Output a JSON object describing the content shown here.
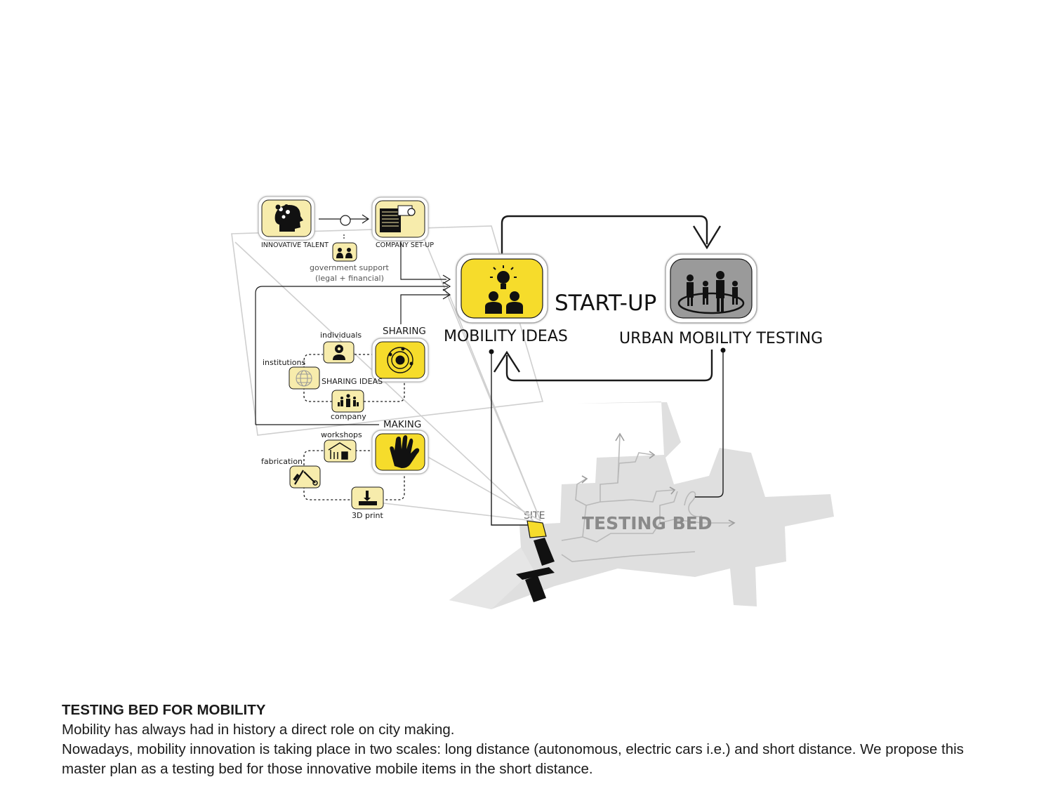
{
  "diagram": {
    "nodes": {
      "innovative_talent": "INNOVATIVE TALENT",
      "company_setup": "COMPANY SET-UP",
      "government_support": "government support",
      "government_support_detail": "(legal + financial)",
      "sharing": "SHARING",
      "individuals": "individuals",
      "institutions": "institutions",
      "sharing_ideas": "SHARING IDEAS",
      "company": "company",
      "making": "MAKING",
      "workshops": "workshops",
      "fabrication": "fabrication",
      "print_3d": "3D print",
      "mobility_ideas": "MOBILITY IDEAS",
      "start_up": "START-UP",
      "urban_mobility_testing": "URBAN MOBILITY TESTING",
      "site": "SITE",
      "testing_bed": "TESTING BED"
    },
    "colors": {
      "yellow": "#f6dc2b",
      "pale_yellow": "#f7ecac",
      "grey_node": "#9a9a9a",
      "map_grey": "#dedede"
    },
    "icons": [
      "puzzle-head-icon",
      "documents-icon",
      "people-icon",
      "lightbulb-people-icon",
      "group-circle-icon",
      "person-gear-icon",
      "globe-icon",
      "orbit-icon",
      "team-icon",
      "house-tools-icon",
      "hand-icon",
      "tools-icon",
      "3d-printer-icon"
    ]
  },
  "caption": {
    "title": "TESTING BED FOR MOBILITY",
    "line1": "Mobility has always had in history a direct role on city making.",
    "line2": "Nowadays, mobility innovation is taking place in two scales: long distance (autonomous, electric cars i.e.) and short distance. We propose this master plan as a testing bed for those innovative mobile items in the short distance."
  }
}
